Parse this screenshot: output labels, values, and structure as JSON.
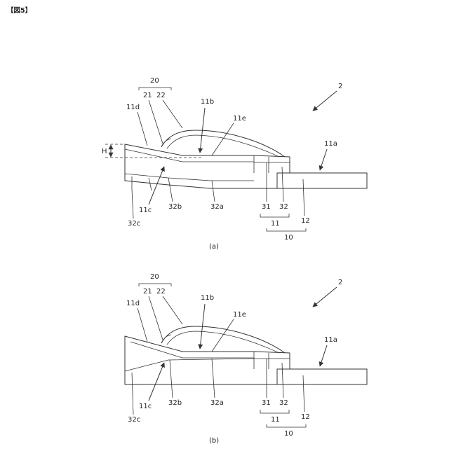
{
  "header": "【図5】",
  "figures": [
    {
      "caption": "(a)",
      "labels": {
        "l20": "20",
        "l21": "21",
        "l22": "22",
        "l11b": "11b",
        "l11d": "11d",
        "l11e": "11e",
        "lH": "H",
        "l2": "2",
        "l11a": "11a",
        "l11c": "11c",
        "l32b": "32b",
        "l32a": "32a",
        "l31": "31",
        "l32": "32",
        "l12": "12",
        "l32c": "32c",
        "l11": "11",
        "l10": "10"
      }
    },
    {
      "caption": "(b)",
      "labels": {
        "l20": "20",
        "l21": "21",
        "l22": "22",
        "l11b": "11b",
        "l11d": "11d",
        "l11e": "11e",
        "l2": "2",
        "l11a": "11a",
        "l11c": "11c",
        "l32b": "32b",
        "l32a": "32a",
        "l31": "31",
        "l32": "32",
        "l12": "12",
        "l32c": "32c",
        "l11": "11",
        "l10": "10"
      }
    }
  ]
}
